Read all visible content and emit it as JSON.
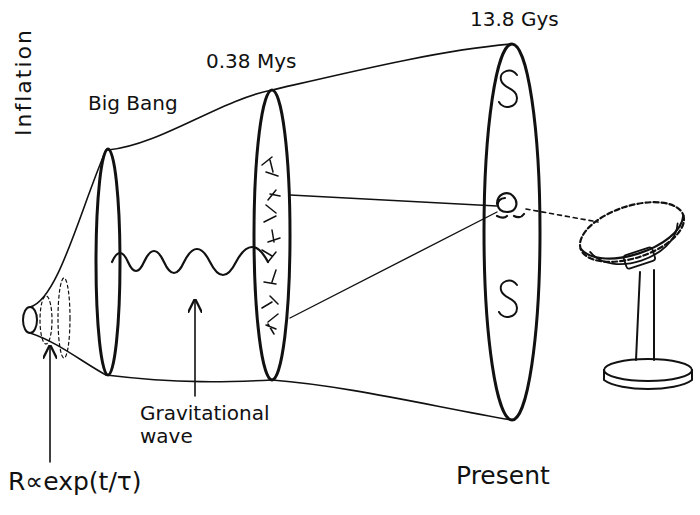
{
  "diagram": {
    "labels": [
      "Inflation",
      "Big Bang",
      "0.38 Mys",
      "13.8 Gys",
      "Gravitational wave",
      "R∝exp(t/τ)",
      "Present"
    ]
  }
}
